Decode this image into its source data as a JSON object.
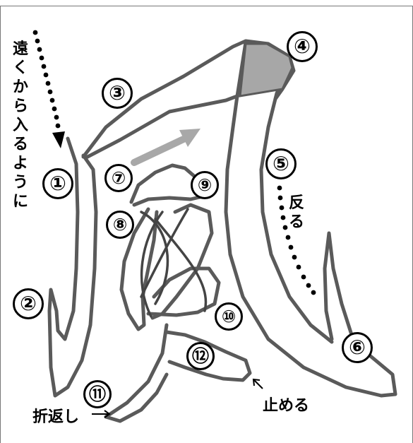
{
  "stroke_numbers": [
    "①",
    "②",
    "③",
    "④",
    "⑤",
    "⑥",
    "⑦",
    "⑧",
    "⑨",
    "⑩",
    "⑪",
    "⑫"
  ],
  "annotations": {
    "enter_from_far": "遠くから入るように",
    "curve_back": "反る",
    "fold_back": "折返し",
    "stop": "止める"
  },
  "colors": {
    "stroke_outline": "#5a5a5a",
    "shaded_tip": "#a7a7a7",
    "arrow": "#a8a8a8",
    "dots": "#000000"
  }
}
